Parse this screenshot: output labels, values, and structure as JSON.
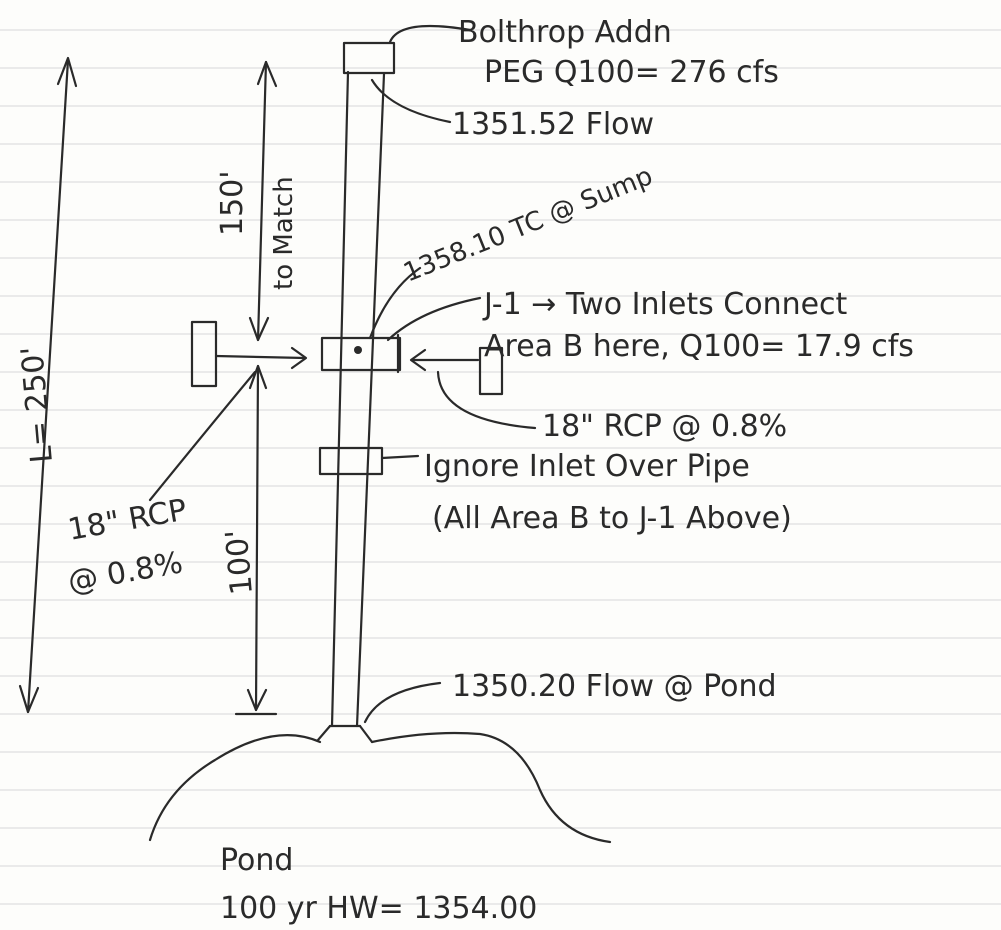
{
  "notes": {
    "top_title": "Bolthrop Addn",
    "top_peg": "PEG Q100= 276 cfs",
    "top_flow": "1351.52 Flow",
    "sump": "1358.10 TC @ Sump",
    "j1_line1": "J-1 → Two Inlets Connect",
    "j1_line2": "Area B here, Q100= 17.9 cfs",
    "rcp_right": "18\" RCP @ 0.8%",
    "ignore_line1": "Ignore Inlet Over Pipe",
    "ignore_line2": "(All Area B to J-1 Above)",
    "rcp_left_1": "18\" RCP",
    "rcp_left_2": "@ 0.8%",
    "dim_150": "150'",
    "dim_match": "to Match",
    "dim_100": "100'",
    "dim_total": "L= 250'",
    "pond_flow": "1350.20 Flow @ Pond",
    "pond_label": "Pond",
    "pond_hw": "100 yr HW= 1354.00"
  },
  "colors": {
    "ink": "#2a2a2a",
    "paper": "#fdfdfb",
    "rule": "#d8d8d8"
  }
}
